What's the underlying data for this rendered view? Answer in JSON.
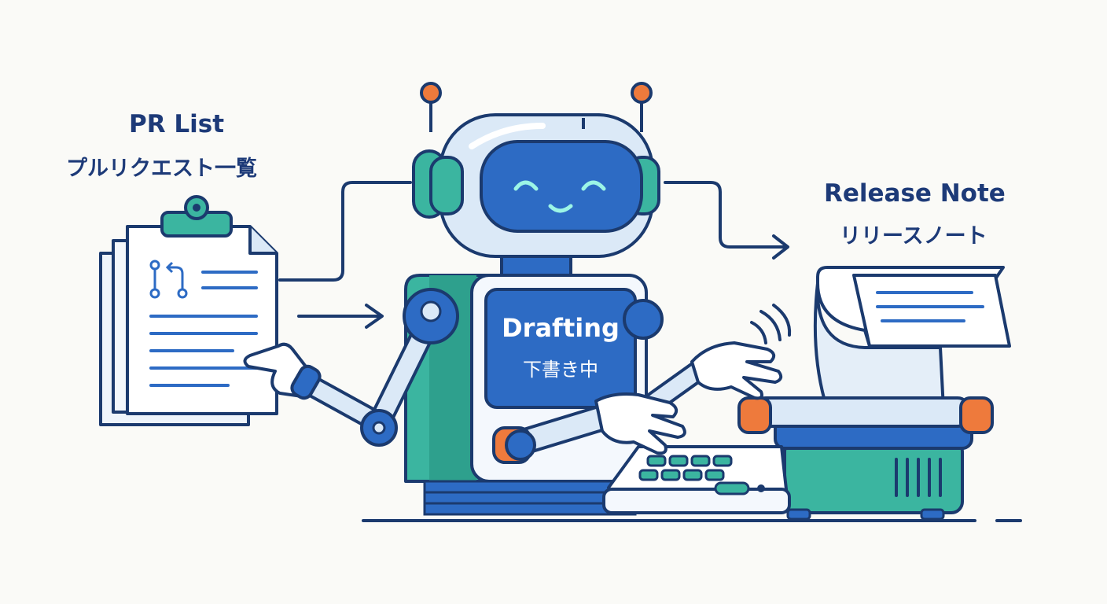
{
  "labels": {
    "input_title": "PR List",
    "input_subtitle": "プルリクエスト一覧",
    "output_title": "Release Note",
    "output_subtitle": "リリースノート",
    "status_title": "Drafting",
    "status_subtitle": "下書き中"
  },
  "palette": {
    "outline": "#1b3a6e",
    "blue": "#2d6bc4",
    "light_blue": "#dbe9f7",
    "teal": "#3bb5a0",
    "orange": "#ee7a3c",
    "face_glow": "#9cf5e6",
    "background": "#fafaf7"
  }
}
